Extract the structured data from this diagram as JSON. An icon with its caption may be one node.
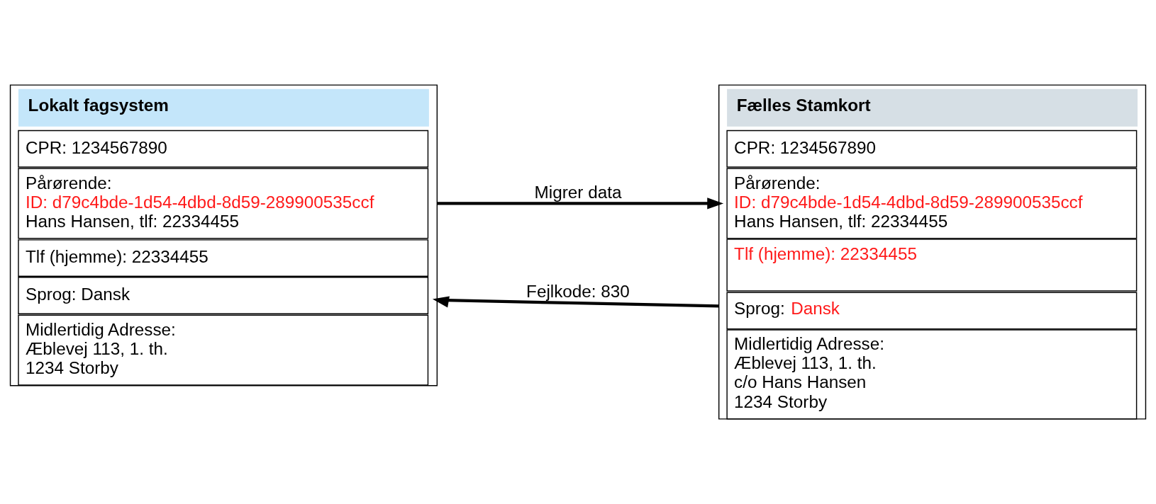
{
  "diagram": {
    "nodes": [
      {
        "text": [
          "Lokalt fagsystem"
        ]
      },
      {
        "text": [
          "CPR: 1234567890"
        ],
        "in": 0
      },
      {
        "text": [
          "Pårørende:",
          "ID: d79c4bde-1d54-4dbd-8d59-289900535ccf",
          "Hans Hansen, tlf: 22334455"
        ],
        "in": 0
      },
      {
        "text": [
          "Tlf (hjemme): 22334455"
        ],
        "in": 0
      },
      {
        "text": [
          "Sprog: Dansk"
        ],
        "in": 0
      },
      {
        "text": [
          "Midlertidig Adresse:",
          "Æblevej 113, 1. th.",
          "1234 Storby"
        ],
        "in": 0
      },
      {
        "text": [
          "Fælles Stamkort"
        ]
      },
      {
        "text": [
          "CPR: 1234567890"
        ],
        "in": 6
      },
      {
        "text": [
          "Pårørende:",
          "ID: d79c4bde-1d54-4dbd-8d59-289900535ccf",
          "Hans Hansen, tlf: 22334455"
        ],
        "in": 6
      },
      {
        "text": [
          "Tlf (hjemme): 22334455"
        ],
        "in": 6
      },
      {
        "text": [
          "Sprog:",
          "Dansk"
        ],
        "in": 6
      },
      {
        "text": [
          "Midlertidig Adresse:",
          "Æblevej 113, 1. th.",
          "c/o Hans Hansen",
          "1234 Storby"
        ],
        "in": 6
      }
    ],
    "edges": [
      {
        "from": 0,
        "to": 6,
        "arrow": "to",
        "label": "Migrer data"
      },
      {
        "from": 6,
        "to": 0,
        "arrow": "to",
        "label": "Fejlkode: 830"
      }
    ]
  }
}
